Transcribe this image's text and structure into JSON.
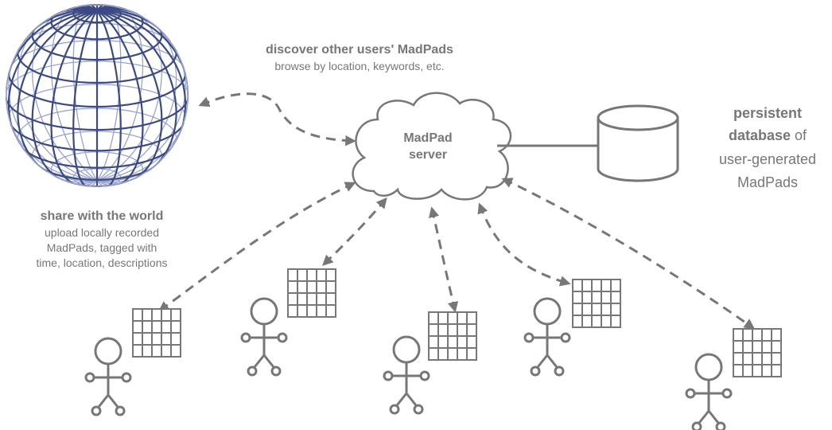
{
  "discover": {
    "title": "discover other users' MadPads",
    "subtitle": "browse by location, keywords, etc."
  },
  "server": {
    "line1": "MadPad",
    "line2": "server"
  },
  "database": {
    "line1": "persistent",
    "line2_bold": "database",
    "line2_rest": " of",
    "line3": "user-generated",
    "line4": "MadPads"
  },
  "share": {
    "title": "share with the world",
    "line1": "upload locally recorded",
    "line2": "MadPads, tagged with",
    "line3": "time, location, descriptions"
  },
  "colors": {
    "gray": "#777777",
    "globe_dark": "#3b4a82",
    "globe_light": "#9aa3cc"
  },
  "icons": [
    "globe-icon",
    "cloud-icon",
    "database-cylinder-icon",
    "user-icon",
    "grid-pad-icon"
  ]
}
